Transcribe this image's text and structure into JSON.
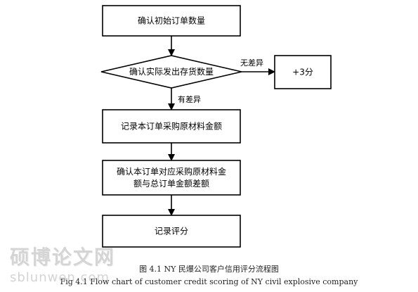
{
  "nodes": [
    {
      "id": "n1",
      "shape": "rect",
      "lines": [
        "确认初始订单数量"
      ]
    },
    {
      "id": "n2",
      "shape": "diamond",
      "lines": [
        "确认实际发出存货数量"
      ]
    },
    {
      "id": "n3",
      "shape": "rect",
      "lines": [
        "+3分"
      ]
    },
    {
      "id": "n4",
      "shape": "rect",
      "lines": [
        "记录本订单采购原材料金额"
      ]
    },
    {
      "id": "n5",
      "shape": "rect",
      "lines": [
        "确认本订单对应采购原材料金",
        "额与总订单金额差额"
      ]
    },
    {
      "id": "n6",
      "shape": "rect",
      "lines": [
        "记录评分"
      ]
    }
  ],
  "edges": [
    {
      "from": "n1",
      "to": "n2",
      "label": ""
    },
    {
      "from": "n2",
      "to": "n3",
      "label": "无差异"
    },
    {
      "from": "n2",
      "to": "n4",
      "label": "有差异"
    },
    {
      "from": "n4",
      "to": "n5",
      "label": ""
    },
    {
      "from": "n5",
      "to": "n6",
      "label": ""
    }
  ],
  "caption_cn": "图 4.1    NY 民爆公司客户信用评分流程图",
  "caption_en": "Fig 4.1    Flow chart of customer credit scoring of NY civil explosive company",
  "watermark": {
    "text_cn": "硕博论文网",
    "text_url": "sblunwen.com"
  },
  "colors": {
    "stroke": "#000000",
    "background": "#ffffff",
    "watermark": "#b3b3b3"
  }
}
